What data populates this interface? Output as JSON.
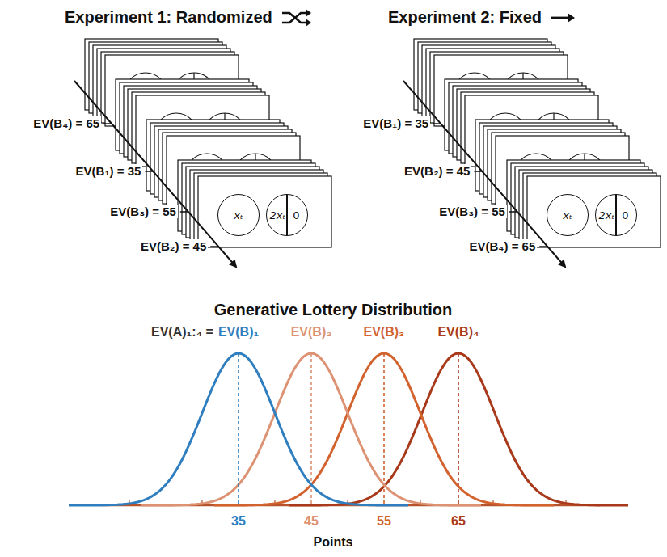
{
  "diagram": {
    "nodes": [
      {
        "text": [
          "xₜ"
        ]
      },
      {
        "text": [
          "2xₜ",
          "0"
        ]
      },
      {
        "text": [
          "xₜ"
        ]
      },
      {
        "text": [
          "2xₜ",
          "0"
        ]
      }
    ],
    "labels": [
      "Experiment 1: Randomized",
      "Experiment 2: Fixed",
      "EV(B₄) = 65",
      "EV(B₁) = 35",
      "EV(B₃) = 55",
      "EV(B₂) = 45",
      "EV(B₁) = 35",
      "EV(B₂) = 45",
      "EV(B₃) = 55",
      "EV(B₄) = 65",
      "Generative Lottery Distribution",
      "EV(A)₁:₄ =",
      "EV(B)₁",
      "EV(B)₂",
      "EV(B)₃",
      "EV(B)₄",
      "35",
      "45",
      "55",
      "65",
      "Points"
    ]
  }
}
